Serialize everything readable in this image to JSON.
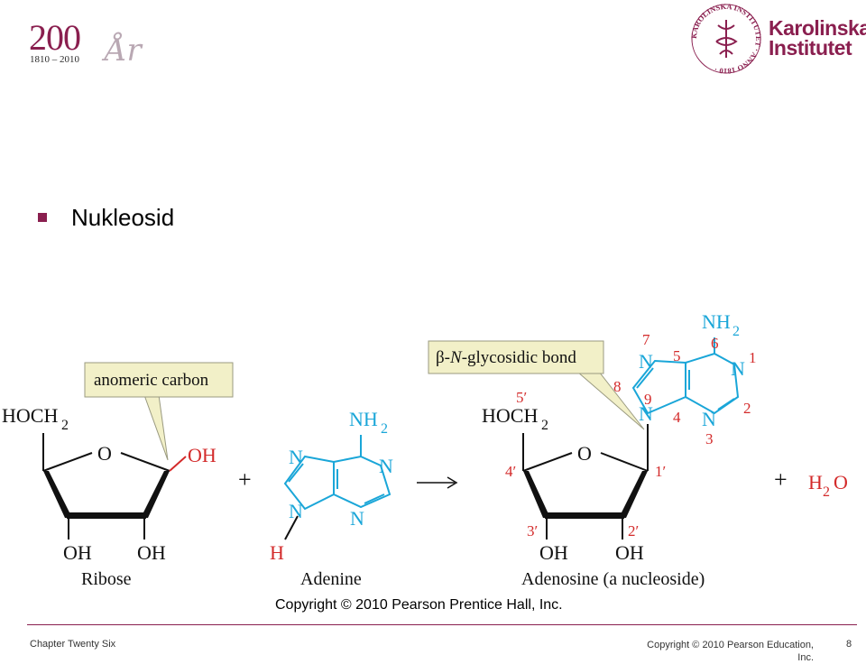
{
  "logos": {
    "anniversary": {
      "number": "200",
      "years": "1810 – 2010",
      "script": "År"
    },
    "institute": {
      "line1": "Karolinska",
      "line2": "Institutet",
      "seal_text": "KAROLINSKA INSTITUTET · ANNO 1810 ·"
    }
  },
  "slide": {
    "bullet": "Nukleosid"
  },
  "diagram": {
    "ribose": {
      "hoch": "HOCH",
      "sub2": "2",
      "ring_o": "O",
      "oh_right": "OH",
      "oh1": "OH",
      "oh2": "OH",
      "name": "Ribose"
    },
    "anomeric_label": "anomeric carbon",
    "plus1": "+",
    "adenine": {
      "nh": "NH",
      "sub2": "2",
      "n1": "N",
      "n2": "N",
      "n3": "N",
      "n4": "N",
      "h": "H",
      "name": "Adenine"
    },
    "glycosidic_prefix": "β-",
    "glycosidic_n": "N",
    "glycosidic_suffix": "-glycosidic bond",
    "adenosine": {
      "hoch": "HOCH",
      "sub2": "2",
      "ring_o": "O",
      "nh": "NH",
      "nh_sub2": "2",
      "n_atom": "N",
      "oh1": "OH",
      "oh2": "OH",
      "num_5p": "5′",
      "num_4p": "4′",
      "num_3p": "3′",
      "num_2p": "2′",
      "num_1p": "1′",
      "num_1": "1",
      "num_2": "2",
      "num_3": "3",
      "num_4": "4",
      "num_5": "5",
      "num_6": "6",
      "num_7": "7",
      "num_8": "8",
      "num_9": "9",
      "name": "Adenosine (a nucleoside)"
    },
    "plus2": "+",
    "water_h": "H",
    "water_sub": "2",
    "water_o": "O"
  },
  "copyright_main": "Copyright © 2010 Pearson Prentice Hall, Inc.",
  "footer": {
    "left": "Chapter Twenty Six",
    "right": "Copyright © 2010 Pearson Education, Inc.",
    "page": "8"
  },
  "colors": {
    "brand": "#8a1f4f",
    "cyan": "#1aa6d8",
    "red": "#d32a2a",
    "callout_bg": "#f2f0c8"
  }
}
